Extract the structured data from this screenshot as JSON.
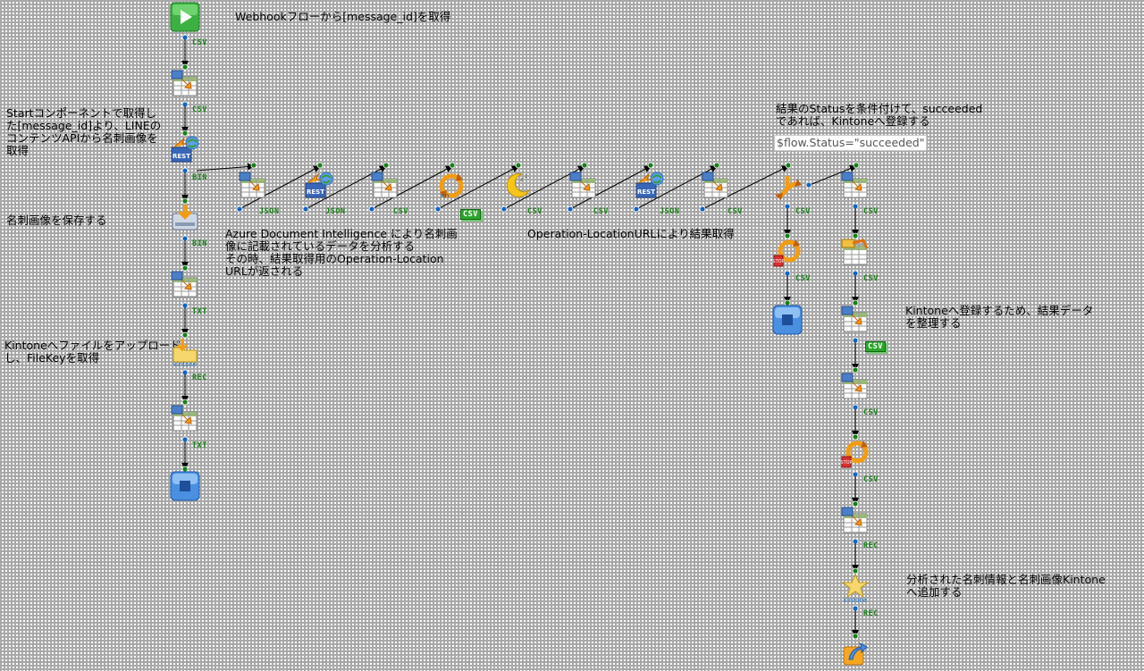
{
  "annotations": {
    "webhook": "Webhookフローから[message_id]を取得",
    "start_fetch": "Startコンポーネントで取得し\nた[message_id]より、LINEの\nコンテンツAPIから名刺画像を\n取得",
    "save_image": "名刺画像を保存する",
    "upload_kintone": "Kintoneへファイルをアップロード\nし、FileKeyを取得",
    "azure_analysis": "Azure Document Intelligence により名刺画\n像に記載されているデータを分析する\nその時、結果取得用のOperation-Location\nURLが返される",
    "operation_location": "Operation-LocationURLにより結果取得",
    "status_branch": "結果のStatusを条件付けて、succeeded\nであれば、Kintoneへ登録する",
    "arrange_result": "Kintoneへ登録するため、結果データ\nを整理する",
    "add_kintone": "分析された名刺情報と名刺画像Kintone\nへ追加する"
  },
  "condition": "$flow.Status=\"succeeded\"",
  "formats": {
    "csv": "CSV",
    "bin": "BIN",
    "txt": "TXT",
    "rec": "REC",
    "json": "JSON"
  },
  "icon_texts": {
    "rest": "REST",
    "kintone": "kintone",
    "stop": "STOP"
  },
  "colors": {
    "link": "#000000",
    "connector": "#1565c0",
    "format_text": "#1a7f1a",
    "start_green": "#3cb043",
    "end_blue": "#4a8fe0"
  }
}
